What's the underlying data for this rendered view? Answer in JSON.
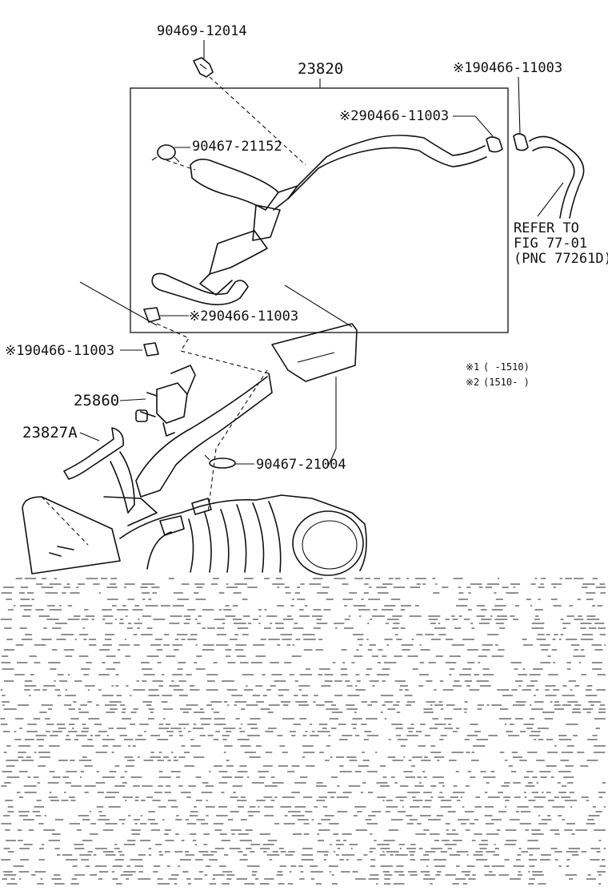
{
  "diagram": {
    "assembly_number": "23820",
    "part_labels": {
      "clip_top": "90469-12014",
      "clamp_right_top": "※190466-11003",
      "clamp_inner": "※290466-11003",
      "clamp_left": "90467-21152",
      "clamp_box_bottom": "※290466-11003",
      "clamp_outside_left": "※190466-11003",
      "valve": "25860",
      "hose": "23827A",
      "clamp_intake": "90467-21004"
    },
    "refer_note": {
      "line1": "REFER TO",
      "line2": "FIG 77-01",
      "line3": "(PNC 77261D)"
    },
    "legend": [
      {
        "mark": "※1",
        "range": "(      -1510)"
      },
      {
        "mark": "※2",
        "range": "(1510-      )"
      }
    ]
  }
}
